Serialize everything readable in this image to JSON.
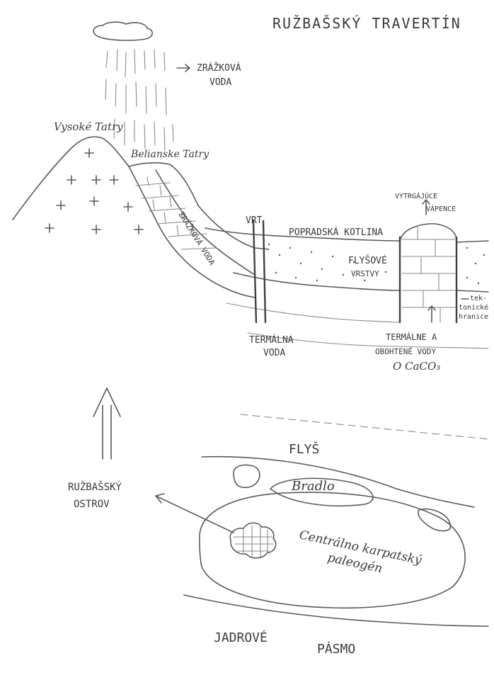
{
  "title": "RUŽBAŠSKÝ TRAVERTÍN",
  "labels": {
    "rain_water": [
      "ZRÁŽKOVÁ",
      "VODA"
    ],
    "vysoke_tatry": "Vysoké Tatry",
    "belianske_tatry": "Belianske Tatry",
    "slope_water": "ZRÁŽKOVÁ VODA",
    "vrt": "VRT",
    "popradska_kotlina": "POPRADSKÁ KOTLINA",
    "flysove_vrstvy": [
      "FLYŠOVÉ",
      "VRSTVY"
    ],
    "vytrgajuce_vapence": [
      "VYTRGÁJÚCE",
      "VÁPENCE"
    ],
    "tektonicke_hranice": [
      "tek-",
      "tonické",
      "hranice"
    ],
    "termalna_voda": [
      "TERMÁLNA",
      "VODA"
    ],
    "termalne_obohatene": [
      "TERMÁLNE A",
      "OBOHTENÉ VODY",
      "O CaCO₃"
    ],
    "flys": "FLYŠ",
    "bradlo": "Bradlo",
    "ruzbassky_ostrov": [
      "RUŽBAŠSKÝ",
      "OSTROV"
    ],
    "centralno": [
      "Centrálno karpatský",
      "paleogén"
    ],
    "jadrove_pasmo": [
      "JADROVÉ",
      "PÁSMO"
    ]
  }
}
